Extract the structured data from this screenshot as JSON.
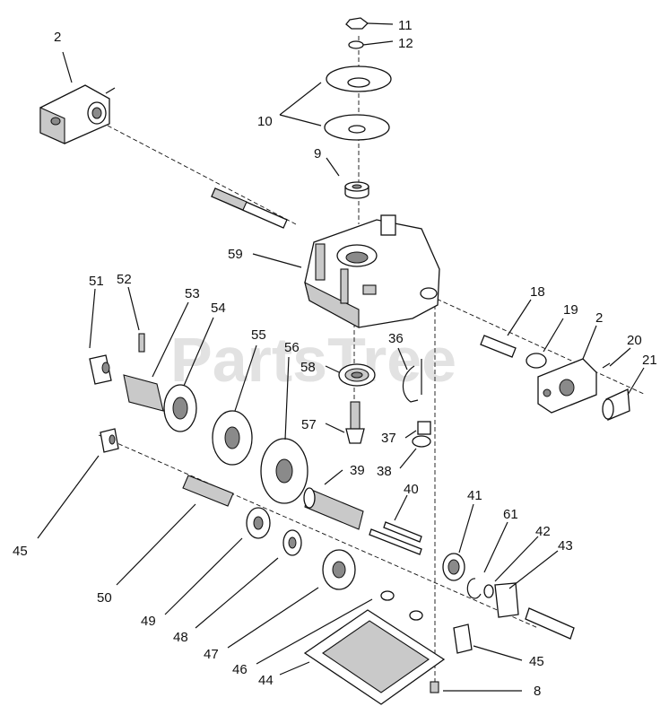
{
  "watermark": "PartsTree",
  "callouts": {
    "c2a": "2",
    "c11": "11",
    "c12": "12",
    "c10": "10",
    "c9": "9",
    "c59": "59",
    "c51": "51",
    "c52": "52",
    "c53": "53",
    "c54": "54",
    "c55": "55",
    "c56": "56",
    "c58": "58",
    "c57": "57",
    "c36": "36",
    "c37": "37",
    "c38": "38",
    "c39": "39",
    "c18": "18",
    "c19": "19",
    "c2b": "2",
    "c20": "20",
    "c21": "21",
    "c45a": "45",
    "c50": "50",
    "c49": "49",
    "c48": "48",
    "c47": "47",
    "c46": "46",
    "c44": "44",
    "c40": "40",
    "c41": "41",
    "c61": "61",
    "c42": "42",
    "c43": "43",
    "c45b": "45",
    "c8": "8"
  }
}
